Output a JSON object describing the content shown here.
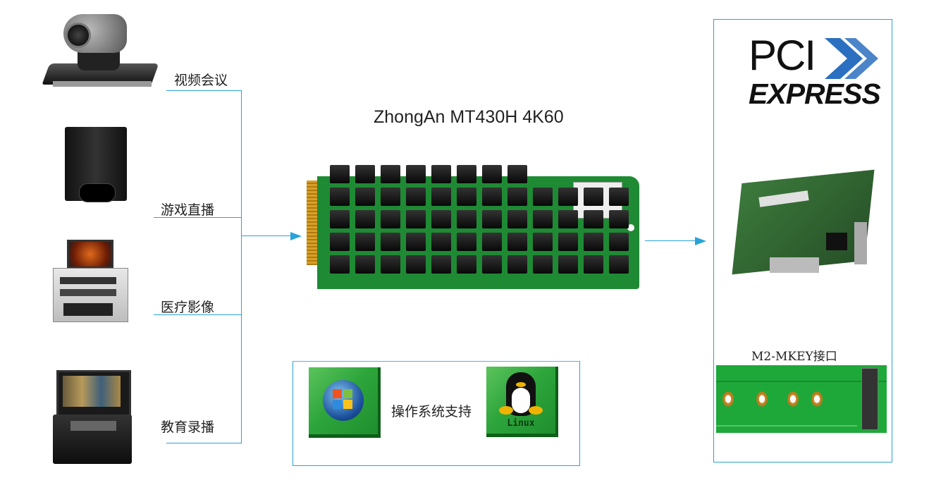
{
  "title": "ZhongAn MT430H 4K60",
  "applications": [
    {
      "label": "视频会议",
      "icon": "video-conference-camera"
    },
    {
      "label": "游戏直播",
      "icon": "game-console"
    },
    {
      "label": "医疗影像",
      "icon": "medical-imaging-cart"
    },
    {
      "label": "教育录播",
      "icon": "portable-recording-station"
    }
  ],
  "os_support": {
    "label": "操作系统支持",
    "windows_icon": "windows-logo",
    "linux_label": "Linux"
  },
  "right_panel": {
    "logo_pci": "PCI",
    "logo_express": "EXPRESS",
    "motherboard_icon": "motherboard",
    "m2_label": "M2-MKEY接口"
  },
  "colors": {
    "line": "#29a3d9",
    "tile_green": "#2ea63c",
    "pcb_green": "#1fa83a"
  }
}
